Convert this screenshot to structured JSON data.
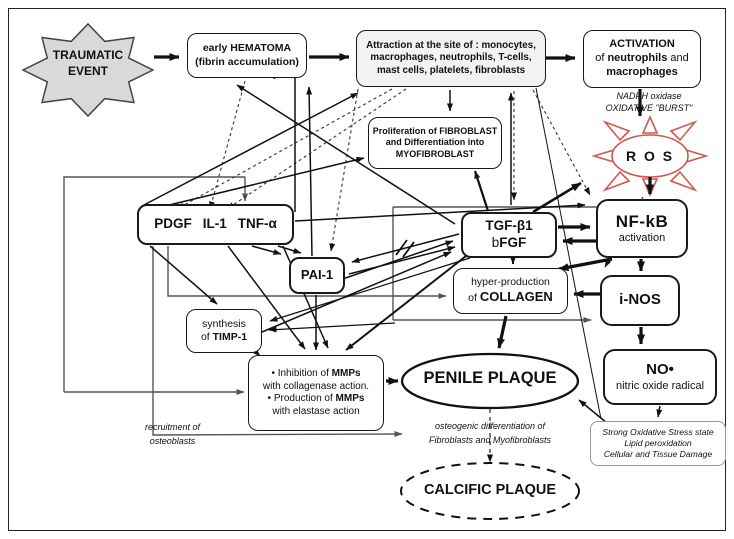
{
  "title": "Pathophysiology flow diagram: traumatic event to penile plaque",
  "colors": {
    "ros_accent": "#cc5a50",
    "node_fill": "#ffffff",
    "shade_fill": "#d9d9d9",
    "line": "#111111"
  },
  "nodes": {
    "traumatic": {
      "line1": "TRAUMATIC",
      "line2": "EVENT"
    },
    "hematoma": {
      "line1": "early HEMATOMA",
      "line2": "(fibrin accumulation)"
    },
    "attraction": {
      "line1": "Attraction at the site of : monocytes,",
      "line2": "macrophages, neutrophils, T-cells,",
      "line3": "mast cells, platelets, fibroblasts"
    },
    "activation": {
      "line1": "ACTIVATION",
      "l2a": "of ",
      "l2b": "neutrophils",
      "l2c": " and",
      "line3": "macrophages"
    },
    "nadph": {
      "line1": "NADPH oxidase",
      "line2": "OXIDATIVE \"BURST\""
    },
    "ros": {
      "label": "R O S"
    },
    "nfkb": {
      "line1": "NF-kB",
      "line2": "activation"
    },
    "proliferation": {
      "line1": "Proliferation of FIBROBLAST",
      "line2": "and Differentiation into",
      "line3": "MYOFIBROBLAST"
    },
    "growth_factors": {
      "pdgf": "PDGF",
      "il1": "IL-1",
      "tnfa": "TNF-α"
    },
    "tgf": {
      "line1": "TGF-β1",
      "l2a": "b",
      "l2b": "FGF"
    },
    "pai1": {
      "label": "PAI-1"
    },
    "collagen": {
      "line1": "hyper-production",
      "l2a": "of ",
      "l2b": "COLLAGEN"
    },
    "inos": {
      "label": "i-NOS"
    },
    "timp1": {
      "line1": "synthesis",
      "l2a": "of ",
      "l2b": "TIMP-1"
    },
    "mmps": {
      "l1a": "• Inhibition of ",
      "l1b": "MMPs",
      "l2": "with collagenase action.",
      "l3a": "• Production of ",
      "l3b": "MMPs",
      "l4": "with elastase action"
    },
    "penile": {
      "label": "PENILE PLAQUE"
    },
    "no_radical": {
      "line1": "NO•",
      "line2": "nitric oxide radical"
    },
    "oxidative": {
      "line1": "Strong Oxidative Stress state",
      "line2": "Lipid peroxidation",
      "line3": "Cellular and Tissue Damage"
    },
    "recruitment": {
      "line1": "recruitment of",
      "line2": "osteoblasts"
    },
    "osteogenic": {
      "line1": "osteogenic differentiation of",
      "line2": "Fibroblasts and Myofibroblasts"
    },
    "calcific": {
      "label": "CALCIFIC PLAQUE"
    }
  }
}
